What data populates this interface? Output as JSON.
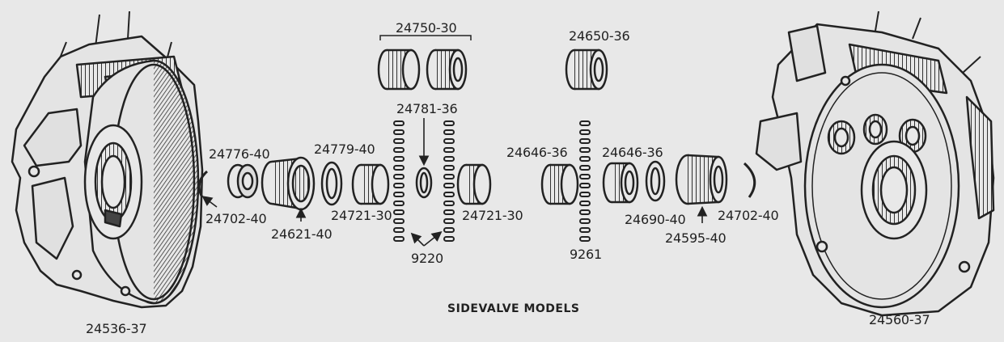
{
  "diagram": {
    "title": "SIDEVALVE MODELS",
    "labels": {
      "crankcase_left": "24536-37",
      "crankcase_right": "24560-37",
      "bearing_set_top_left": "24750-30",
      "bearing_top_right": "24650-36",
      "washer_center": "24781-36",
      "race_left": "24776-40",
      "washer_left": "24779-40",
      "ring_left": "24702-40",
      "sleeve_left": "24621-40",
      "cage_left_1": "24721-30",
      "cage_left_2": "24721-30",
      "rollers_left": "9220",
      "cage_right_1": "24646-36",
      "cage_right_2": "24646-36",
      "rollers_right": "9261",
      "washer_right": "24690-40",
      "sleeve_right": "24595-40",
      "ring_right": "24702-40"
    }
  }
}
